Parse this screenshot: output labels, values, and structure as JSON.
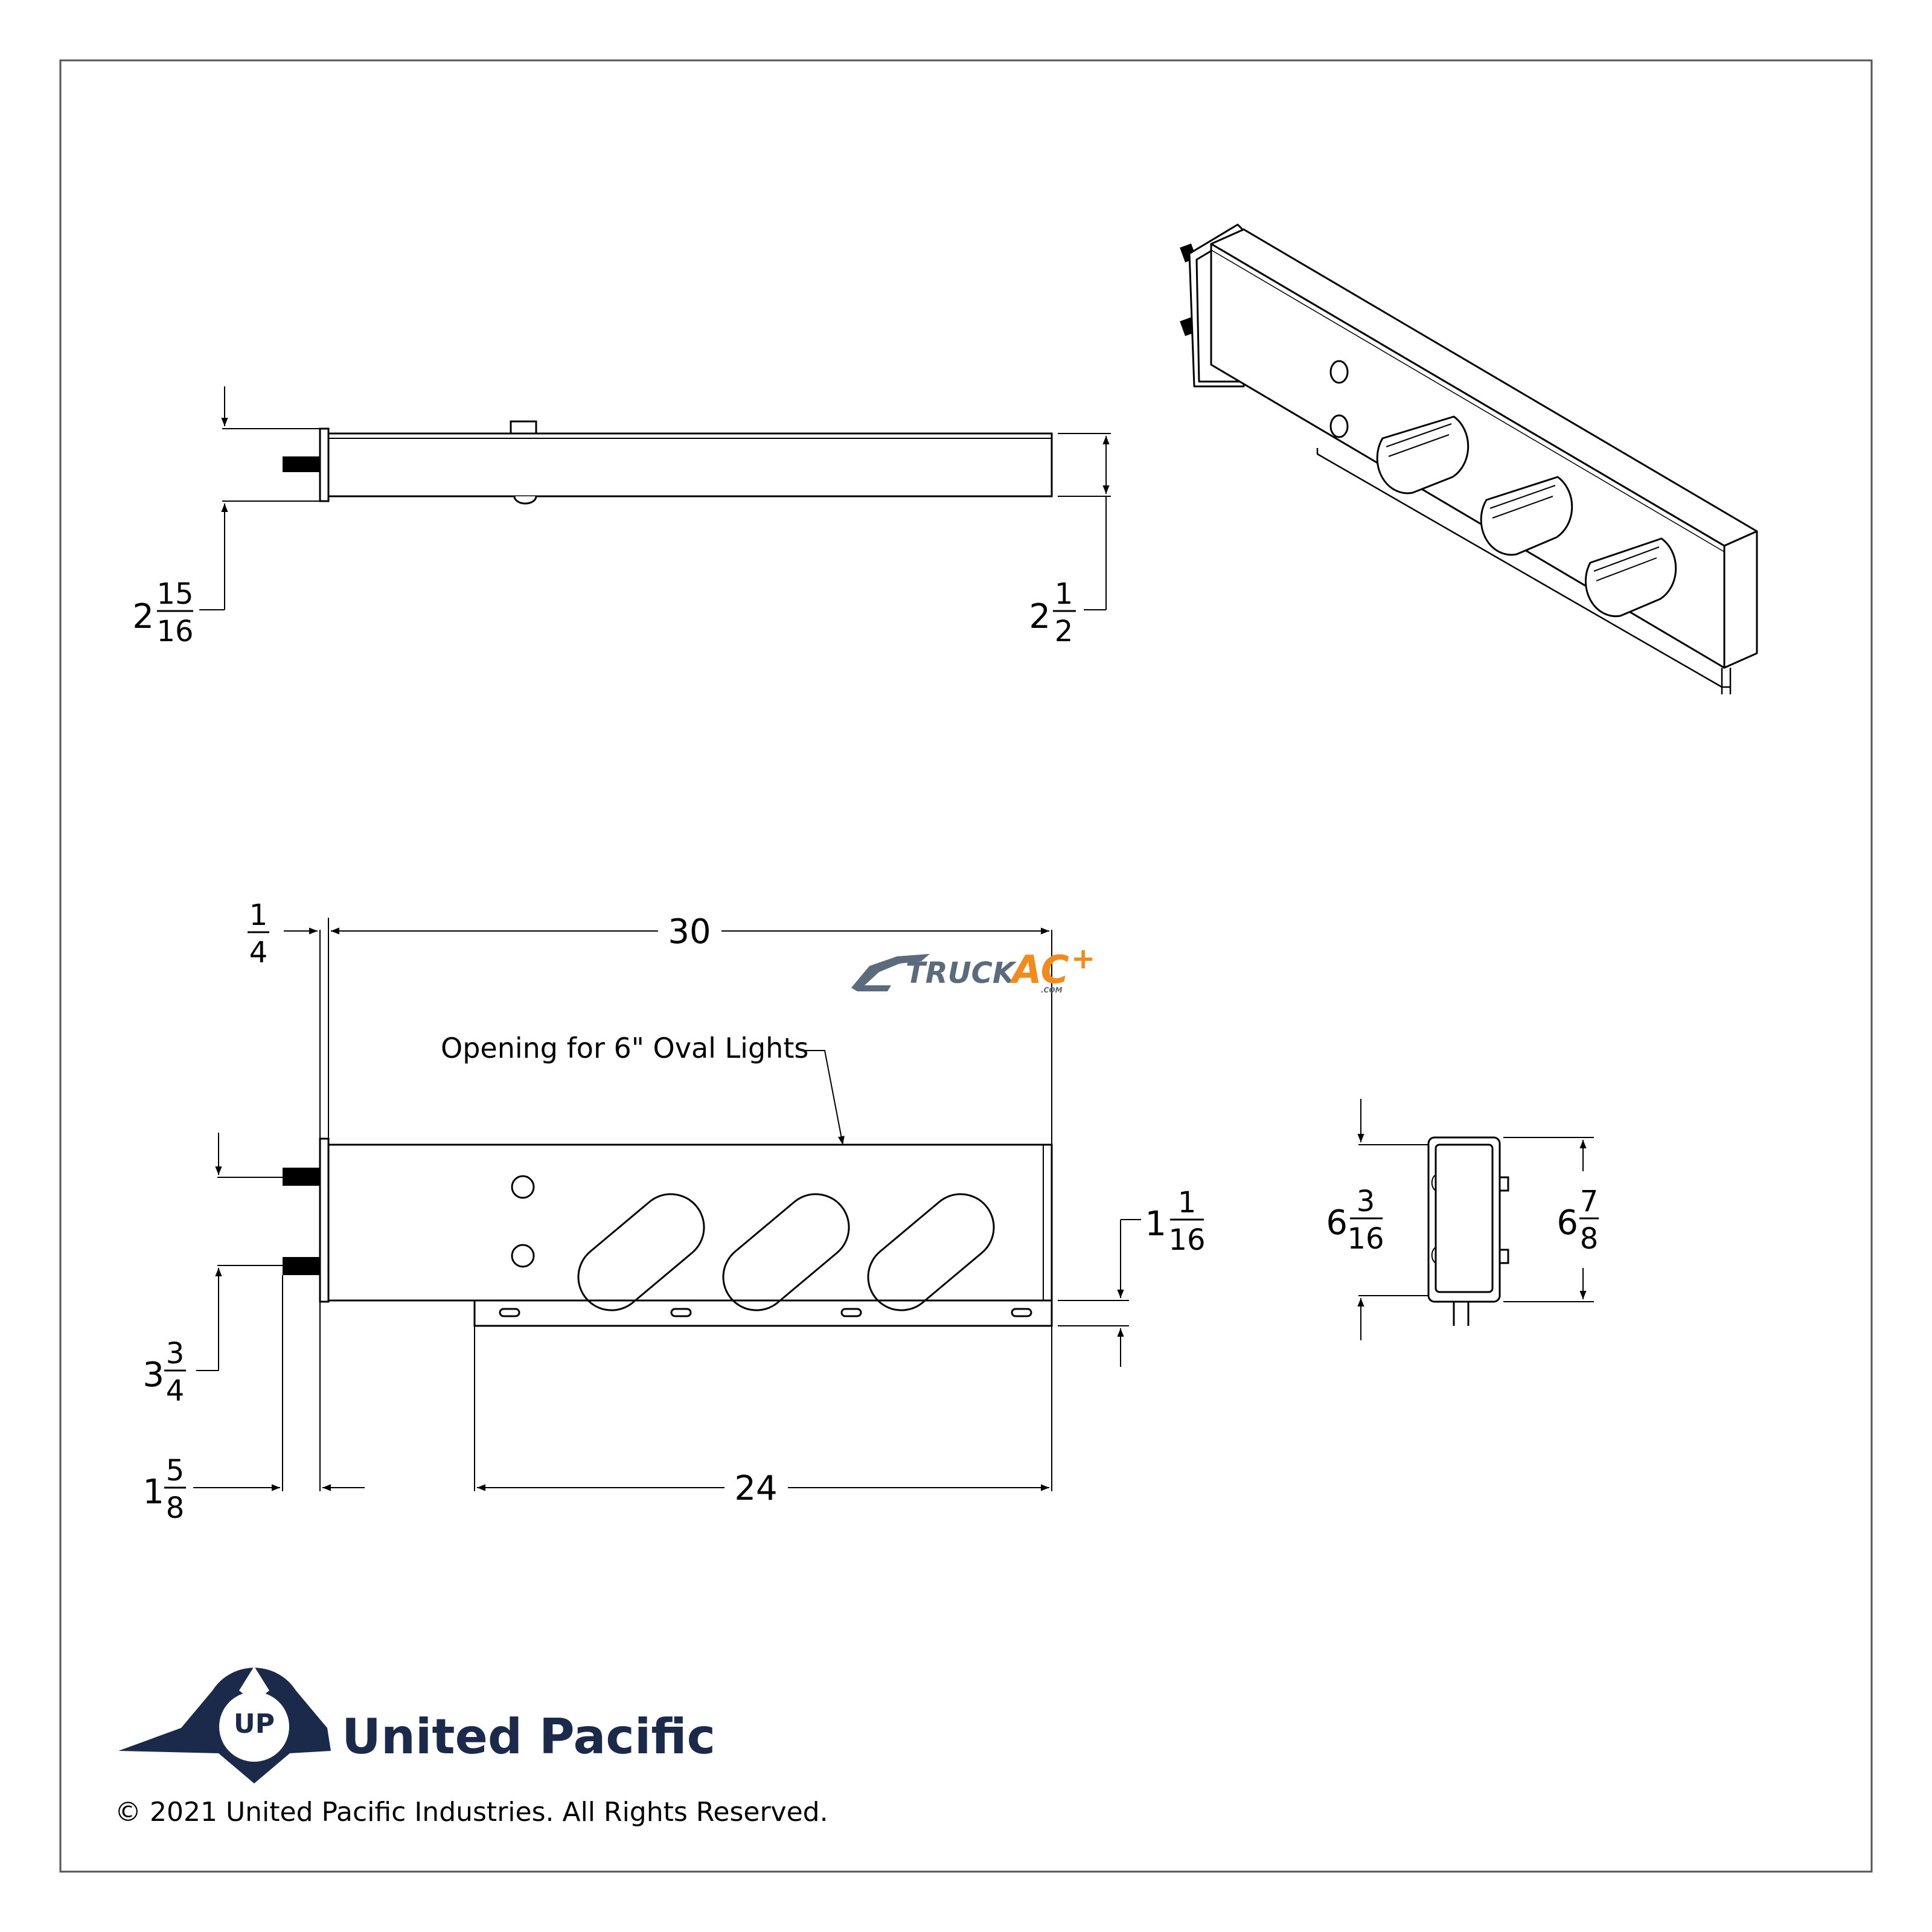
{
  "dimensions": {
    "side_left_height": {
      "whole": "2",
      "num": "15",
      "den": "16"
    },
    "side_right_height": {
      "whole": "2",
      "num": "1",
      "den": "2"
    },
    "flange_thickness": {
      "whole": "",
      "num": "1",
      "den": "4"
    },
    "overall_length": "30",
    "bolt_spacing": {
      "whole": "3",
      "num": "3",
      "den": "4"
    },
    "bolt_stud_length": {
      "whole": "1",
      "num": "5",
      "den": "8"
    },
    "mount_bar_length": "24",
    "mount_bar_offset": {
      "whole": "1",
      "num": "1",
      "den": "16"
    },
    "end_inner_height": {
      "whole": "6",
      "num": "3",
      "den": "16"
    },
    "end_outer_height": {
      "whole": "6",
      "num": "7",
      "den": "8"
    }
  },
  "callouts": {
    "oval_opening": "Opening for 6\" Oval Lights"
  },
  "watermark": {
    "text_truck": "TRUCK",
    "text_ac": "AC",
    "text_plus": "+",
    "text_com": ".COM"
  },
  "logo": {
    "brand_name": "United Pacific",
    "emblem_letters": "UP"
  },
  "footer": {
    "copyright": "© 2021 United Pacific Industries. All Rights Reserved."
  },
  "colors": {
    "line": "#000000",
    "brand_navy": "#1b2a4a",
    "watermark_gray": "#5a6b7c",
    "watermark_orange": "#f28a1e"
  }
}
